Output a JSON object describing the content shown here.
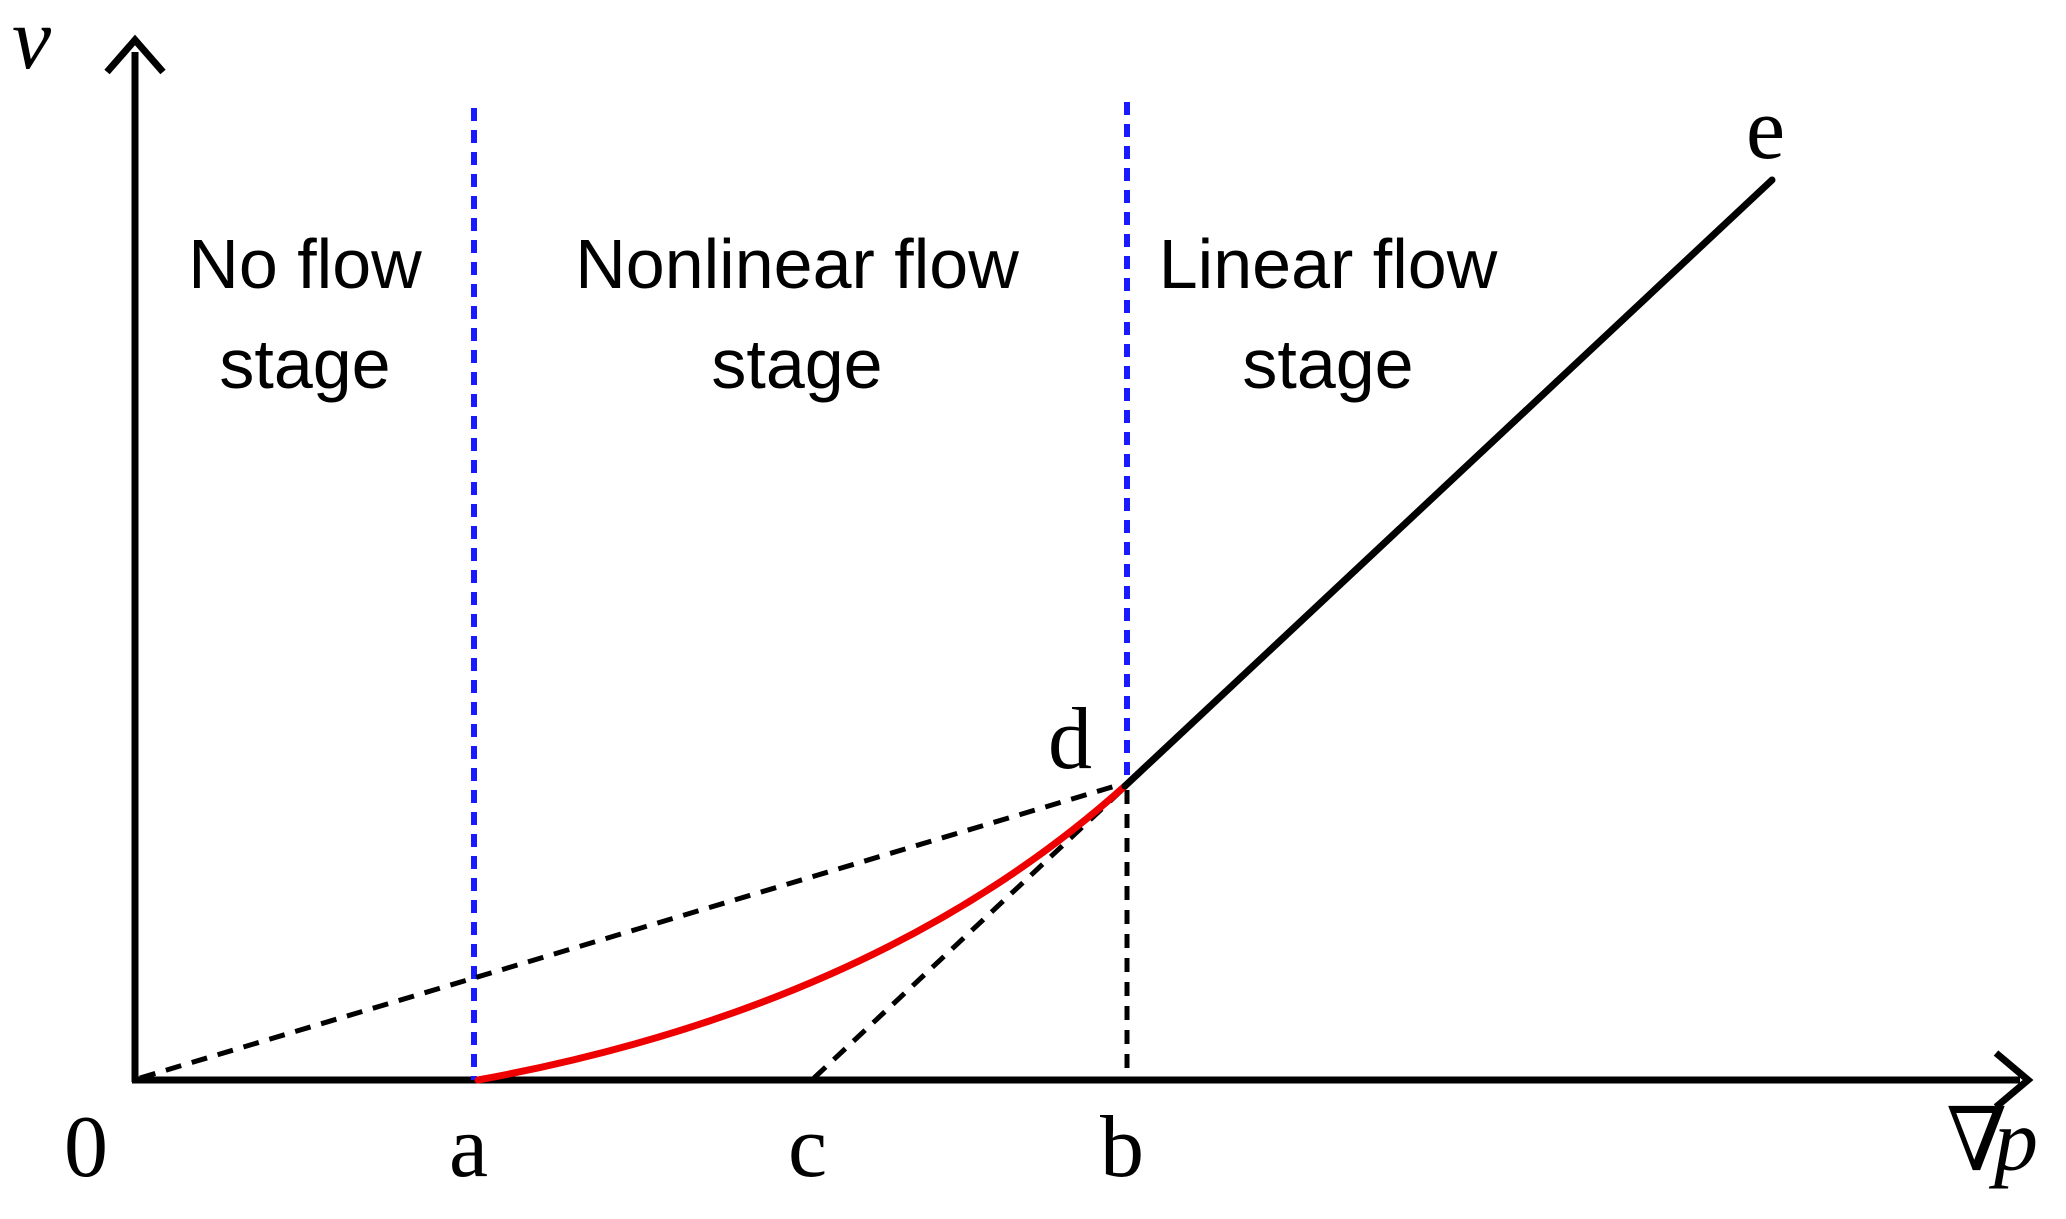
{
  "axes": {
    "y_label": "v",
    "x_label_symbol": "∇",
    "x_label_var": "p",
    "origin_label": "0"
  },
  "points": {
    "a": "a",
    "c": "c",
    "b": "b",
    "d": "d",
    "e": "e"
  },
  "stages": {
    "no_flow": {
      "line1": "No flow",
      "line2": "stage"
    },
    "nonlinear": {
      "line1": "Nonlinear flow",
      "line2": "stage"
    },
    "linear": {
      "line1": "Linear flow",
      "line2": "stage"
    }
  },
  "colors": {
    "axis": "#000000",
    "boundary": "#1a1aff",
    "nonlinear_curve": "#ee0000",
    "linear_line": "#000000",
    "helper_dashed": "#000000"
  }
}
